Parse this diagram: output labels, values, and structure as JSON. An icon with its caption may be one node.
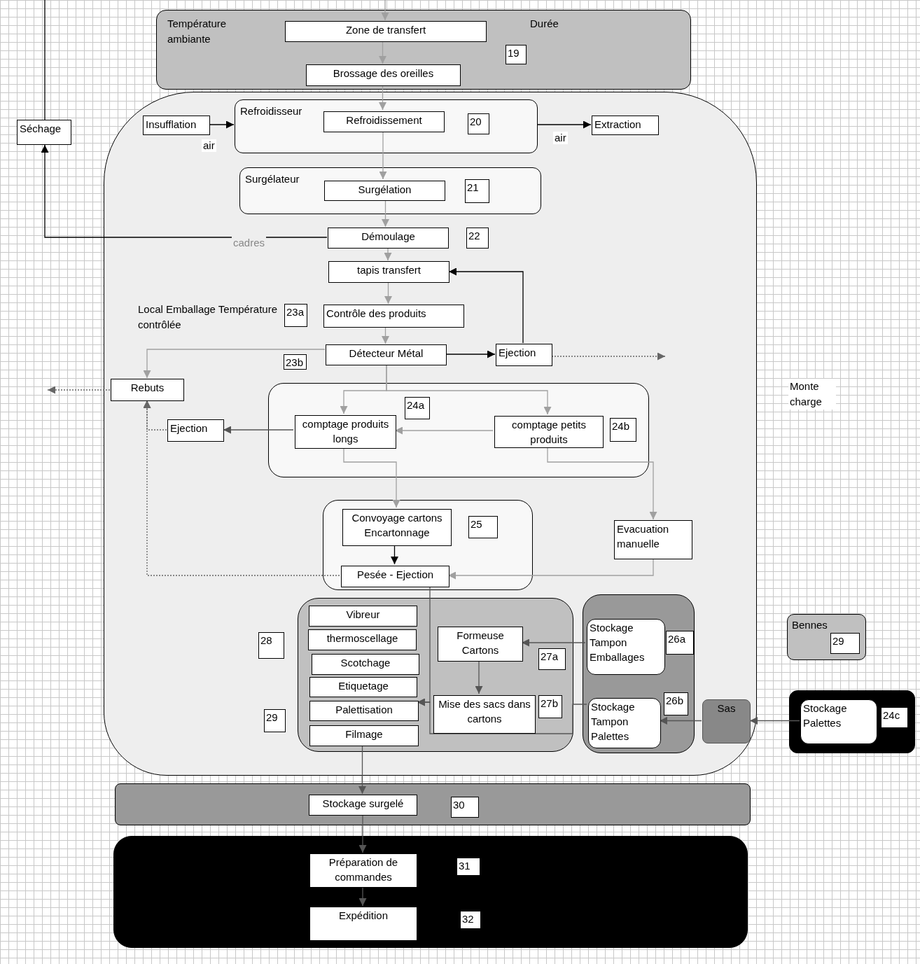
{
  "diagram": {
    "nodes": [
      {
        "text": [
          "Température ambiante",
          "Durée"
        ]
      },
      {
        "text": [
          "Zone de transfert"
        ],
        "in": 0
      },
      {
        "text": [
          "19"
        ],
        "in": 0
      },
      {
        "text": [
          "Brossage des oreilles"
        ],
        "in": 0
      },
      {
        "text": [
          "Local Emballage Température contrôlée"
        ]
      },
      {
        "text": [
          "Refroidisseur"
        ],
        "in": 4
      },
      {
        "text": [
          "Refroidissement"
        ],
        "in": 5
      },
      {
        "text": [
          "20"
        ],
        "in": 5
      },
      {
        "text": [
          "Insufflation"
        ],
        "in": 4
      },
      {
        "text": [
          "Extraction"
        ],
        "in": 4
      },
      {
        "text": [
          "Séchage"
        ]
      },
      {
        "text": [
          "Surgélateur"
        ],
        "in": 4
      },
      {
        "text": [
          "Surgélation"
        ],
        "in": 11
      },
      {
        "text": [
          "21"
        ],
        "in": 11
      },
      {
        "text": [
          "Démoulage"
        ],
        "in": 4
      },
      {
        "text": [
          "22"
        ],
        "in": 4
      },
      {
        "text": [
          "tapis transfert"
        ],
        "in": 4
      },
      {
        "text": [
          "23a"
        ],
        "in": 4
      },
      {
        "text": [
          "Contrôle des produits"
        ],
        "in": 4
      },
      {
        "text": [
          "23b"
        ],
        "in": 4
      },
      {
        "text": [
          "Détecteur Métal"
        ],
        "in": 4
      },
      {
        "text": [
          "Ejection"
        ],
        "in": 4
      },
      {
        "text": [
          "Rebuts"
        ],
        "in": 4
      },
      {
        "text": [],
        "shape": "box",
        "in": 4
      },
      {
        "text": [
          "24a"
        ],
        "in": 23
      },
      {
        "text": [
          "comptage produits longs"
        ],
        "in": 23
      },
      {
        "text": [
          "comptage petits produits"
        ],
        "in": 23
      },
      {
        "text": [
          "24b"
        ],
        "in": 23
      },
      {
        "text": [
          "Ejection"
        ],
        "in": 4
      },
      {
        "text": [],
        "shape": "box",
        "in": 4
      },
      {
        "text": [
          "Convoyage cartons Encartonnage"
        ],
        "in": 29
      },
      {
        "text": [
          "25"
        ],
        "in": 29
      },
      {
        "text": [
          "Pesée - Ejection"
        ],
        "in": 29
      },
      {
        "text": [
          "Evacuation manuelle"
        ],
        "in": 4
      },
      {
        "text": [],
        "shape": "box",
        "in": 4
      },
      {
        "text": [
          "Vibreur"
        ],
        "in": 34
      },
      {
        "text": [
          "thermoscellage"
        ],
        "in": 34
      },
      {
        "text": [
          "Scotchage"
        ],
        "in": 34
      },
      {
        "text": [
          "Etiquetage"
        ],
        "in": 34
      },
      {
        "text": [
          "Palettisation"
        ],
        "in": 34
      },
      {
        "text": [
          "Filmage"
        ],
        "in": 34
      },
      {
        "text": [
          "Formeuse Cartons"
        ],
        "in": 34
      },
      {
        "text": [
          "27a"
        ],
        "in": 34
      },
      {
        "text": [
          "Mise des sacs dans cartons"
        ],
        "in": 34
      },
      {
        "text": [
          "27b"
        ],
        "in": 34
      },
      {
        "text": [
          "28"
        ],
        "in": 4
      },
      {
        "text": [
          "29"
        ],
        "in": 4
      },
      {
        "text": [],
        "shape": "box",
        "in": 4
      },
      {
        "text": [
          "Stockage Tampon Emballages"
        ],
        "in": 47
      },
      {
        "text": [
          "26a"
        ],
        "in": 47
      },
      {
        "text": [
          "Stockage Tampon Palettes"
        ],
        "in": 47
      },
      {
        "text": [
          "26b"
        ],
        "in": 47
      },
      {
        "text": [
          "Sas"
        ],
        "in": 4
      },
      {
        "text": [
          "Bennes"
        ]
      },
      {
        "text": [
          "29"
        ],
        "in": 53
      },
      {
        "text": [],
        "shape": "box"
      },
      {
        "text": [
          "Stockage Palettes"
        ],
        "in": 55
      },
      {
        "text": [
          "24c"
        ],
        "in": 55
      },
      {
        "text": [],
        "shape": "box"
      },
      {
        "text": [
          "Stockage surgelé"
        ],
        "in": 58
      },
      {
        "text": [
          "30"
        ],
        "in": 58
      },
      {
        "text": [],
        "shape": "box"
      },
      {
        "text": [
          "Préparation de commandes"
        ],
        "in": 61
      },
      {
        "text": [
          "31"
        ],
        "in": 61
      },
      {
        "text": [
          "Expédition"
        ],
        "in": 61
      },
      {
        "text": [
          "32"
        ],
        "in": 61
      }
    ],
    "edges": [
      {
        "from": null,
        "to": 1,
        "arrow": "to"
      },
      {
        "from": 1,
        "to": 3,
        "arrow": "to"
      },
      {
        "from": 3,
        "to": 6,
        "arrow": "to"
      },
      {
        "from": 8,
        "to": 5,
        "arrow": "to",
        "label": "air",
        "color": "#000000"
      },
      {
        "from": 5,
        "to": 9,
        "arrow": "to",
        "label": "air",
        "color": "#000000"
      },
      {
        "from": 6,
        "to": 12,
        "arrow": "to"
      },
      {
        "from": 12,
        "to": 14,
        "arrow": "to"
      },
      {
        "from": 14,
        "to": 10,
        "arrow": "to",
        "label": "cadres",
        "color": "#000000"
      },
      {
        "from": 10,
        "to": null,
        "arrow": "none",
        "color": "#000000"
      },
      {
        "from": 14,
        "to": 16,
        "arrow": "to"
      },
      {
        "from": 16,
        "to": 18,
        "arrow": "to"
      },
      {
        "from": 18,
        "to": 20,
        "arrow": "to"
      },
      {
        "from": 20,
        "to": 21,
        "arrow": "to",
        "color": "#000000"
      },
      {
        "from": 21,
        "to": 16,
        "arrow": "to",
        "color": "#000000"
      },
      {
        "from": 21,
        "to": null,
        "arrow": "to",
        "style": "dashed",
        "color": "#666666"
      },
      {
        "from": 20,
        "to": 22,
        "arrow": "to"
      },
      {
        "from": 22,
        "to": null,
        "arrow": "to",
        "style": "dashed",
        "color": "#666666"
      },
      {
        "from": 20,
        "to": 25,
        "arrow": "to"
      },
      {
        "from": 20,
        "to": 26,
        "arrow": "to"
      },
      {
        "from": 26,
        "to": 25,
        "arrow": "to"
      },
      {
        "from": 25,
        "to": 28,
        "arrow": "to",
        "color": "#555555"
      },
      {
        "from": 28,
        "to": 22,
        "arrow": "to",
        "style": "dashed",
        "color": "#666666"
      },
      {
        "from": 32,
        "to": 22,
        "arrow": "to",
        "style": "dashed",
        "color": "#666666"
      },
      {
        "from": 25,
        "to": 30,
        "arrow": "to"
      },
      {
        "from": 26,
        "to": 33,
        "arrow": "to"
      },
      {
        "from": 30,
        "to": 32,
        "arrow": "to",
        "color": "#000000"
      },
      {
        "from": 33,
        "to": 32,
        "arrow": "to"
      },
      {
        "from": 32,
        "to": 39,
        "arrow": "to",
        "color": "#555555"
      },
      {
        "from": 50,
        "to": 39,
        "arrow": "to",
        "color": "#555555"
      },
      {
        "from": 48,
        "to": 41,
        "arrow": "to",
        "color": "#555555"
      },
      {
        "from": 41,
        "to": 43,
        "arrow": "to",
        "color": "#555555"
      },
      {
        "from": 52,
        "to": 50,
        "arrow": "to",
        "color": "#555555"
      },
      {
        "from": 56,
        "to": 52,
        "arrow": "to",
        "color": "#555555"
      },
      {
        "from": 40,
        "to": 59,
        "arrow": "to",
        "color": "#555555"
      },
      {
        "from": 59,
        "to": 62,
        "arrow": "to",
        "color": "#555555"
      },
      {
        "from": 62,
        "to": 64,
        "arrow": "to",
        "color": "#555555"
      }
    ],
    "labels": [
      "Monte charge"
    ]
  }
}
